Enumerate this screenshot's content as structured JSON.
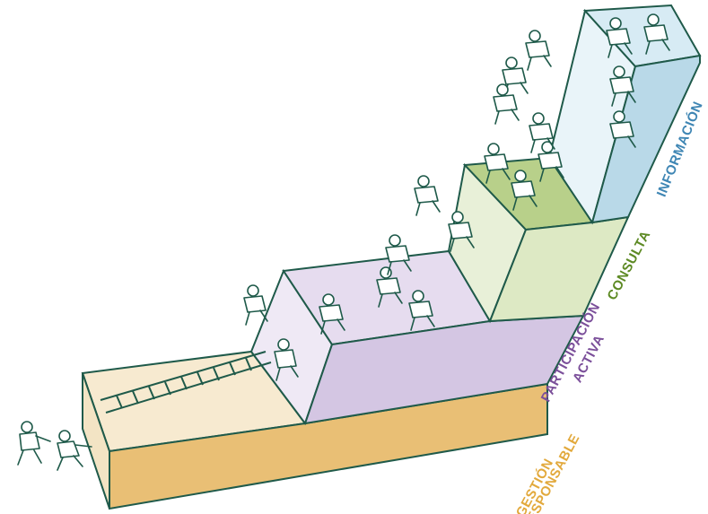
{
  "diagram": {
    "levels": [
      {
        "id": "gestion",
        "lines": [
          "GESTIÓN",
          "RESPONSABLE"
        ],
        "color": "#e2a93c",
        "front": "#e9bf75",
        "top": "#f7ead0",
        "side": "#f3e4c4"
      },
      {
        "id": "participacion",
        "lines": [
          "PARTICIPACIÓN",
          "ACTIVA"
        ],
        "color": "#7b4f9a",
        "front": "#d4c6e3",
        "top": "#e6dcef",
        "side": "#efe9f5"
      },
      {
        "id": "consulta",
        "lines": [
          "CONSULTA"
        ],
        "color": "#5d8a24",
        "front": "#dde9c4",
        "top": "#b8d08a",
        "side": "#e8f0d8"
      },
      {
        "id": "informacion",
        "lines": [
          "INFORMACIÓN"
        ],
        "color": "#3f86b4",
        "front": "#b9d9e8",
        "top": "#d7ebf4",
        "side": "#e9f4f9"
      }
    ],
    "outline_color": "#1f5a4a",
    "icons": [
      "ladder-icon",
      "person-icon"
    ]
  }
}
